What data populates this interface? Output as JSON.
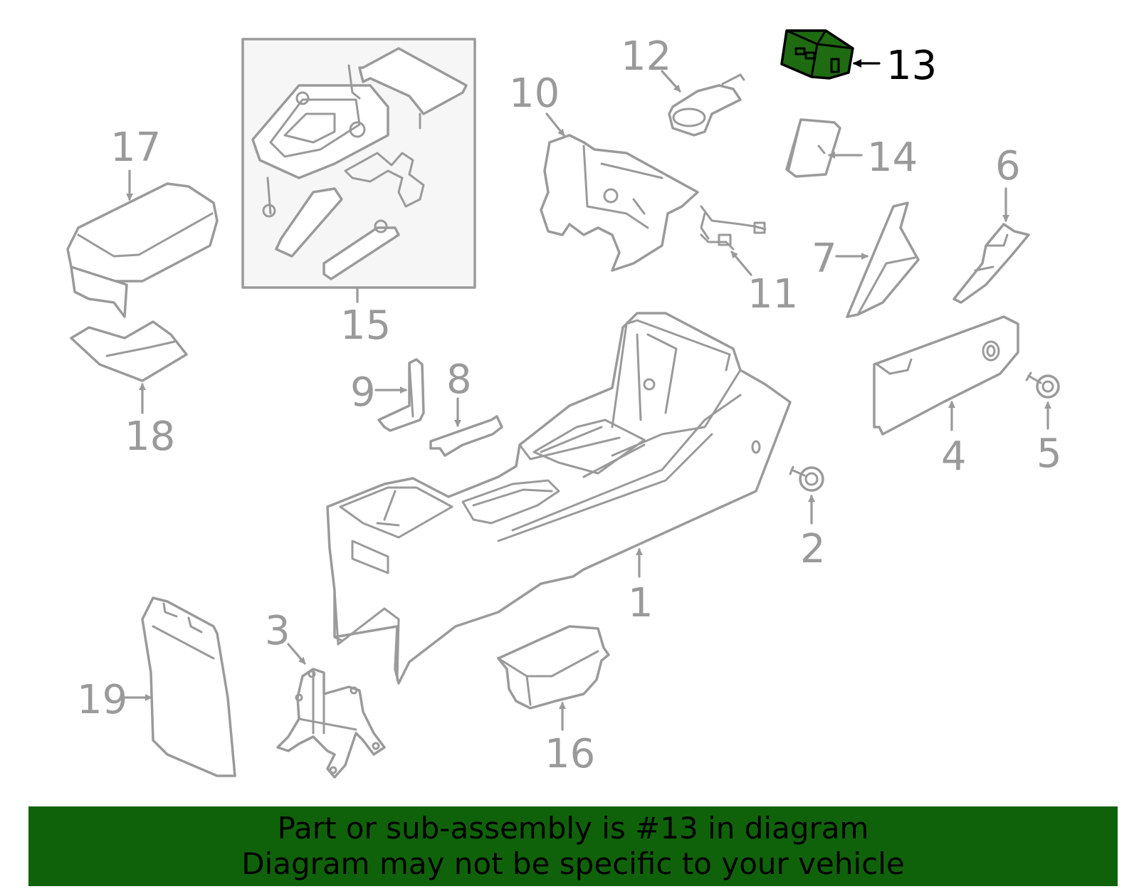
{
  "highlight": {
    "part_number": "13",
    "fill_color": "#1e6b12"
  },
  "callouts": {
    "c1": "1",
    "c2": "2",
    "c3": "3",
    "c4": "4",
    "c5": "5",
    "c6": "6",
    "c7": "7",
    "c8": "8",
    "c9": "9",
    "c10": "10",
    "c11": "11",
    "c12": "12",
    "c13": "13",
    "c14": "14",
    "c15": "15",
    "c16": "16",
    "c17": "17",
    "c18": "18",
    "c19": "19"
  },
  "banner": {
    "line1": "Part or sub-assembly is #13 in diagram",
    "line2": "Diagram may not be specific to your vehicle",
    "background_color": "#10620a"
  }
}
